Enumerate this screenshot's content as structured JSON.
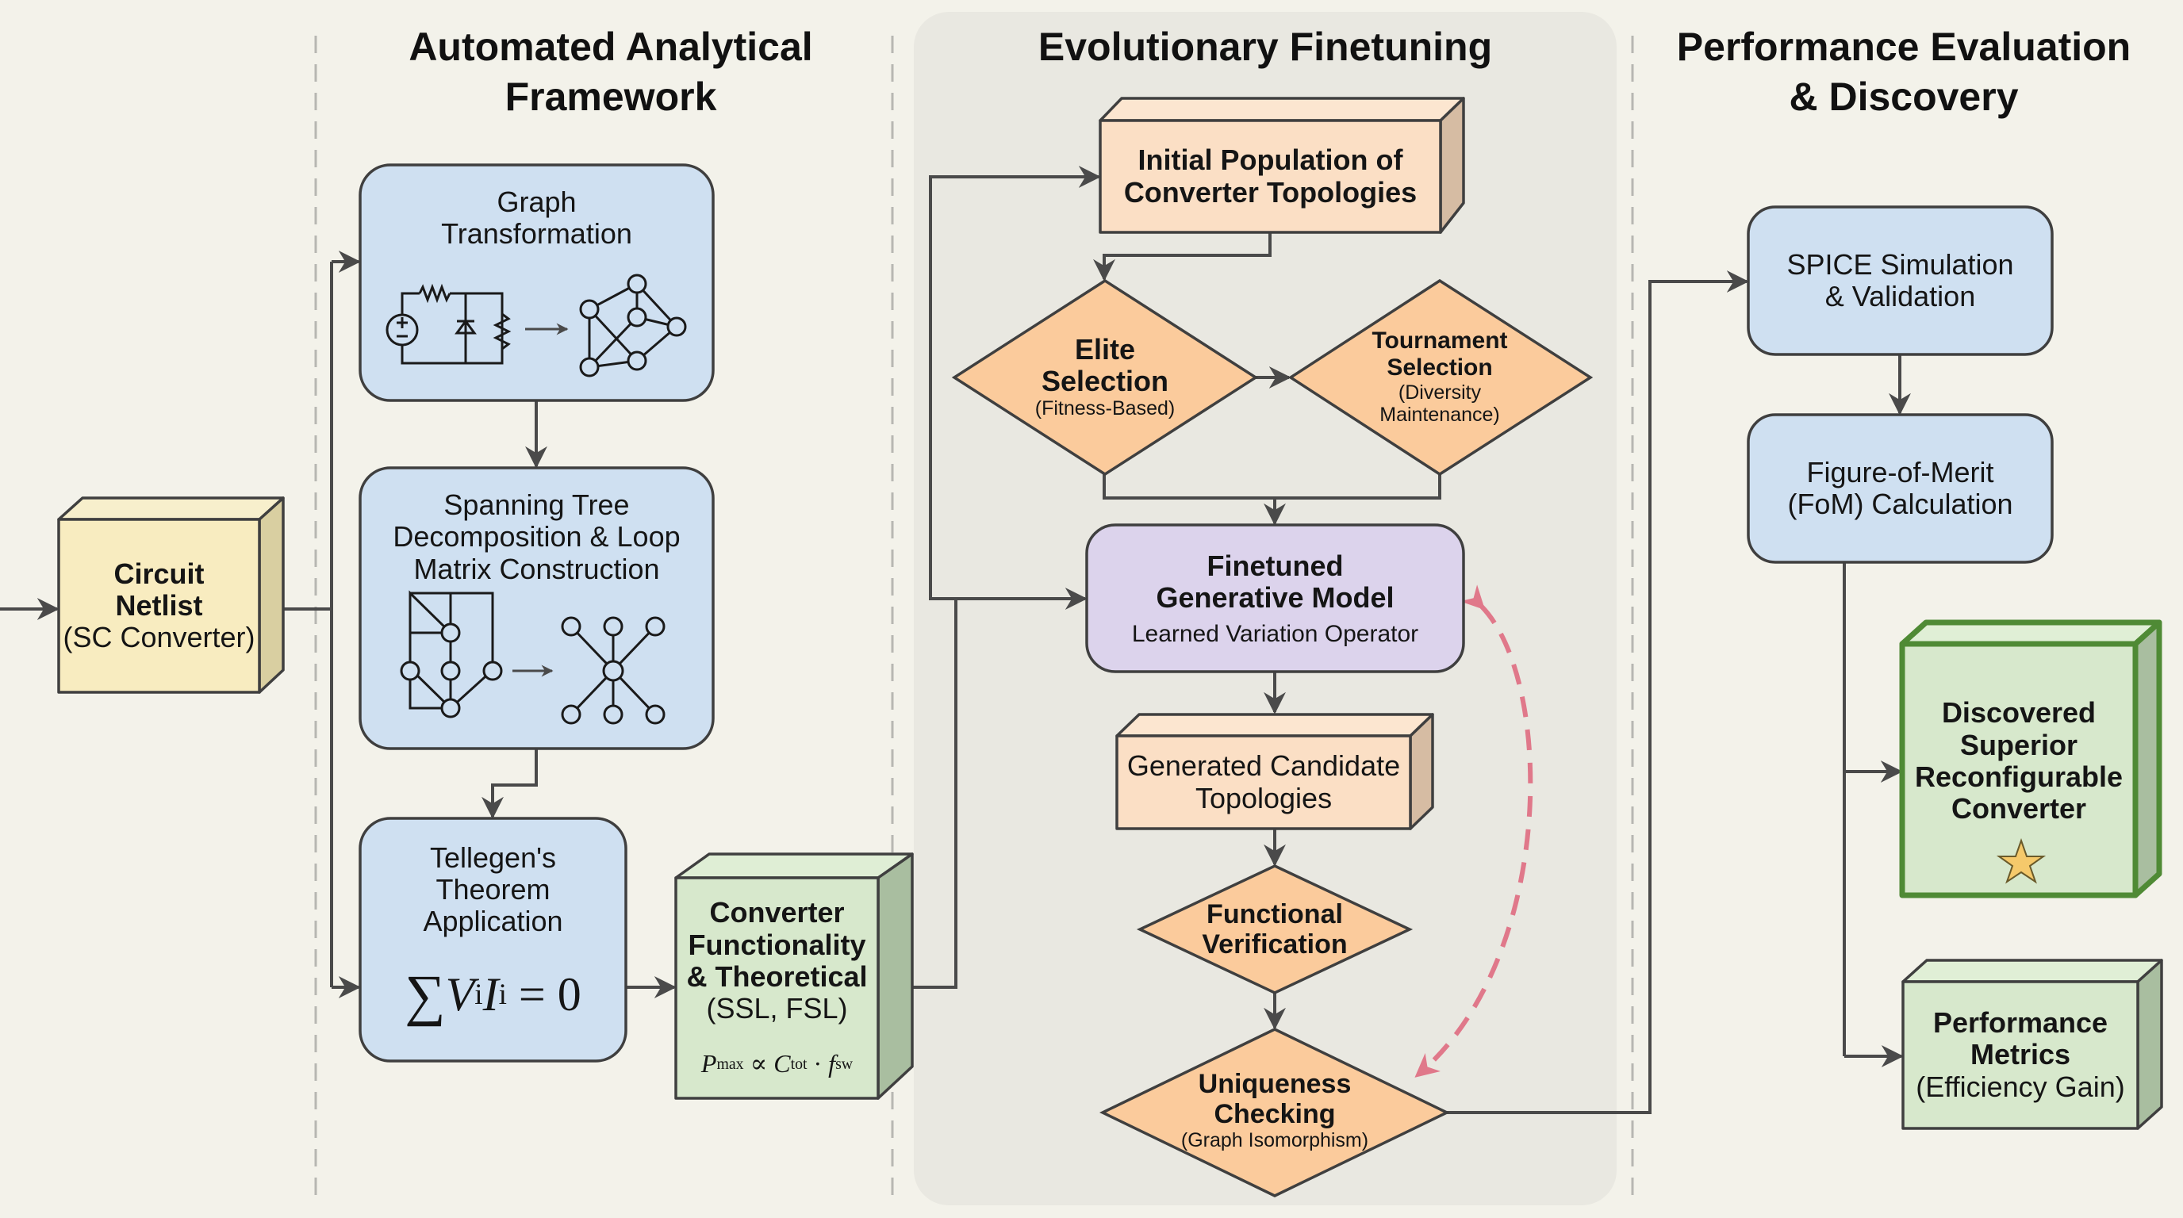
{
  "columns": {
    "analytical": {
      "title_line1": "Automated Analytical",
      "title_line2": "Framework"
    },
    "evolutionary": {
      "title": "Evolutionary Finetuning"
    },
    "performance": {
      "title_line1": "Performance Evaluation",
      "title_line2": "& Discovery"
    }
  },
  "nodes": {
    "circuit_netlist": {
      "line1": "Circuit",
      "line2": "Netlist",
      "line3": "(SC Converter)"
    },
    "graph_transformation": {
      "line1": "Graph",
      "line2": "Transformation",
      "icon_left": "circuit-schematic-icon",
      "icon_right": "graph-network-icon"
    },
    "spanning_tree": {
      "line1": "Spanning Tree",
      "line2": "Decomposition & Loop",
      "line3": "Matrix Construction",
      "icon_left": "loop-graph-icon",
      "icon_right": "spanning-tree-icon"
    },
    "tellegen": {
      "line1": "Tellegen's",
      "line2": "Theorem",
      "line3": "Application",
      "formula_sum": "∑",
      "formula_v": "V",
      "formula_i1": "i",
      "formula_I": "I",
      "formula_i2": "i",
      "formula_rhs": " = 0"
    },
    "converter_functionality": {
      "line1": "Converter",
      "line2": "Functionality",
      "line3": "& Theoretical",
      "line4": "(SSL, FSL)",
      "f_P": "P",
      "f_max": "max",
      "f_prop": " ∝ ",
      "f_C": "C",
      "f_tot": "tot",
      "f_dot": " · ",
      "f_f": "f",
      "f_sw": "sw"
    },
    "initial_population": {
      "line1": "Initial Population of",
      "line2": "Converter Topologies"
    },
    "elite_selection": {
      "line1": "Elite",
      "line2": "Selection",
      "line3": "(Fitness-Based)"
    },
    "tournament_selection": {
      "line1": "Tournament",
      "line2": "Selection",
      "line3": "(Diversity",
      "line4": "Maintenance)"
    },
    "finetuned_model": {
      "line1": "Finetuned",
      "line2": "Generative Model",
      "line3": "Learned Variation Operator"
    },
    "generated_candidates": {
      "line1": "Generated Candidate",
      "line2": "Topologies"
    },
    "functional_verification": {
      "line1": "Functional",
      "line2": "Verification"
    },
    "uniqueness_checking": {
      "line1": "Uniqueness",
      "line2": "Checking",
      "line3": "(Graph Isomorphism)"
    },
    "spice_simulation": {
      "line1": "SPICE Simulation",
      "line2": "& Validation"
    },
    "fom_calculation": {
      "line1": "Figure-of-Merit",
      "line2": "(FoM) Calculation"
    },
    "discovered_converter": {
      "line1": "Discovered",
      "line2": "Superior",
      "line3": "Reconfigurable",
      "line4": "Converter",
      "icon": "star-icon"
    },
    "performance_metrics": {
      "line1": "Performance",
      "line2": "Metrics",
      "line3": "(Efficiency Gain)"
    }
  },
  "colors": {
    "background": "#f3f2ea",
    "panel": "#e9e8e1",
    "blue_box": "#cfe0f1",
    "yellow_box": "#f8ecc0",
    "green_box": "#d7e8cc",
    "orange_box": "#fbd2ad",
    "peach_box": "#fbdfc5",
    "purple_box": "#dcd3ec",
    "feedback_arrow": "#e0788a",
    "highlight_border": "#4f8a35",
    "star": "#f5c96b",
    "stroke": "#3f3f3f"
  }
}
